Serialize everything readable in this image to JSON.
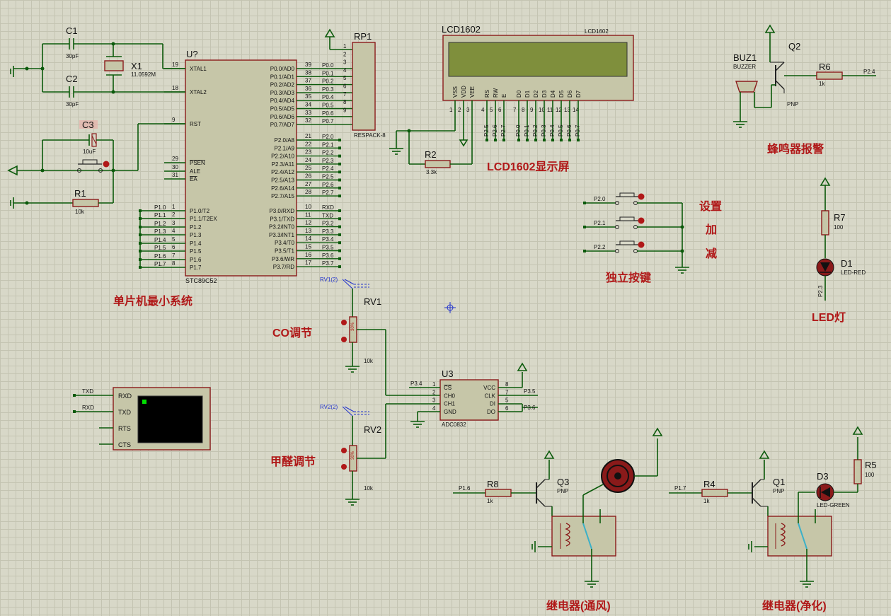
{
  "mcu": {
    "ref": "U?",
    "part": "STC89C52",
    "left_pins": [
      {
        "num": "19",
        "name": "XTAL1"
      },
      {
        "num": "18",
        "name": "XTAL2"
      },
      {
        "num": "9",
        "name": "RST"
      },
      {
        "num": "29",
        "name": "PSEN"
      },
      {
        "num": "30",
        "name": "ALE"
      },
      {
        "num": "31",
        "name": "EA"
      },
      {
        "num": "1",
        "name": "P1.0/T2"
      },
      {
        "num": "2",
        "name": "P1.1/T2EX"
      },
      {
        "num": "3",
        "name": "P1.2"
      },
      {
        "num": "4",
        "name": "P1.3"
      },
      {
        "num": "5",
        "name": "P1.4"
      },
      {
        "num": "6",
        "name": "P1.5"
      },
      {
        "num": "7",
        "name": "P1.6"
      },
      {
        "num": "8",
        "name": "P1.7"
      }
    ],
    "p1_labels": [
      "P1.0",
      "P1.1",
      "P1.2",
      "P1.3",
      "P1.4",
      "P1.5",
      "P1.6",
      "P1.7"
    ],
    "right_p0": [
      {
        "num": "39",
        "name": "P0.0/AD0",
        "net": "P0.0"
      },
      {
        "num": "38",
        "name": "P0.1/AD1",
        "net": "P0.1"
      },
      {
        "num": "37",
        "name": "P0.2/AD2",
        "net": "P0.2"
      },
      {
        "num": "36",
        "name": "P0.3/AD3",
        "net": "P0.3"
      },
      {
        "num": "35",
        "name": "P0.4/AD4",
        "net": "P0.4"
      },
      {
        "num": "34",
        "name": "P0.5/AD5",
        "net": "P0.5"
      },
      {
        "num": "33",
        "name": "P0.6/AD6",
        "net": "P0.6"
      },
      {
        "num": "32",
        "name": "P0.7/AD7",
        "net": "P0.7"
      }
    ],
    "right_p2": [
      {
        "num": "21",
        "name": "P2.0/A8",
        "net": "P2.0"
      },
      {
        "num": "22",
        "name": "P2.1/A9",
        "net": "P2.1"
      },
      {
        "num": "23",
        "name": "P2.2/A10",
        "net": "P2.2"
      },
      {
        "num": "24",
        "name": "P2.3/A11",
        "net": "P2.3"
      },
      {
        "num": "25",
        "name": "P2.4/A12",
        "net": "P2.4"
      },
      {
        "num": "26",
        "name": "P2.5/A13",
        "net": "P2.5"
      },
      {
        "num": "27",
        "name": "P2.6/A14",
        "net": "P2.6"
      },
      {
        "num": "28",
        "name": "P2.7/A15",
        "net": "P2.7"
      }
    ],
    "right_p3": [
      {
        "num": "10",
        "name": "P3.0/RXD",
        "net": "RXD"
      },
      {
        "num": "11",
        "name": "P3.1/TXD",
        "net": "TXD"
      },
      {
        "num": "12",
        "name": "P3.2/INT0",
        "net": "P3.2"
      },
      {
        "num": "13",
        "name": "P3.3/INT1",
        "net": "P3.3"
      },
      {
        "num": "14",
        "name": "P3.4/T0",
        "net": "P3.4"
      },
      {
        "num": "15",
        "name": "P3.5/T1",
        "net": "P3.5"
      },
      {
        "num": "16",
        "name": "P3.6/WR",
        "net": "P3.6"
      },
      {
        "num": "17",
        "name": "P3.7/RD",
        "net": "P3.7"
      }
    ]
  },
  "components": {
    "c1": {
      "ref": "C1",
      "value": "30pF"
    },
    "c2": {
      "ref": "C2",
      "value": "30pF"
    },
    "x1": {
      "ref": "X1",
      "value": "11.0592M"
    },
    "c3": {
      "ref": "C3",
      "value": "10uF"
    },
    "r1": {
      "ref": "R1",
      "value": "10k"
    },
    "rp1": {
      "ref": "RP1",
      "value": "RESPACK-8",
      "pins": [
        "1",
        "2",
        "3",
        "4",
        "5",
        "6",
        "7",
        "8",
        "9"
      ]
    },
    "lcd": {
      "ref": "LCD1602",
      "part": "LCD1602",
      "pins": [
        "VSS",
        "VDD",
        "VEE",
        "RS",
        "RW",
        "E",
        "D0",
        "D1",
        "D2",
        "D3",
        "D4",
        "D5",
        "D6",
        "D7"
      ],
      "nums": [
        "1",
        "2",
        "3",
        "4",
        "5",
        "6",
        "7",
        "8",
        "9",
        "10",
        "11",
        "12",
        "13",
        "14"
      ],
      "nets": [
        "P2.5",
        "P2.6",
        "P2.7",
        "P0.0",
        "P0.1",
        "P0.2",
        "P0.3",
        "P0.4",
        "P0.5",
        "P0.6",
        "P0.7"
      ]
    },
    "r2": {
      "ref": "R2",
      "value": "3.3k"
    },
    "buz": {
      "ref": "BUZ1",
      "value": "BUZZER"
    },
    "q2": {
      "ref": "Q2",
      "value": "PNP"
    },
    "r6": {
      "ref": "R6",
      "value": "1k",
      "net": "P2.4"
    },
    "r7": {
      "ref": "R7",
      "value": "100"
    },
    "d1": {
      "ref": "D1",
      "value": "LED-RED",
      "net": "P2.3"
    },
    "keys": [
      "P2.0",
      "P2.1",
      "P2.2"
    ],
    "rv1": {
      "ref": "RV1",
      "value": "10k",
      "probe": "RV1(2)",
      "pct": "30%"
    },
    "rv2": {
      "ref": "RV2",
      "value": "10k",
      "probe": "RV2(2)",
      "pct": "30%"
    },
    "u3": {
      "ref": "U3",
      "part": "ADC0832",
      "left": [
        {
          "num": "1",
          "name": "CS"
        },
        {
          "num": "2",
          "name": "CH0"
        },
        {
          "num": "3",
          "name": "CH1"
        },
        {
          "num": "4",
          "name": "GND"
        }
      ],
      "right": [
        {
          "num": "8",
          "name": "VCC"
        },
        {
          "num": "7",
          "name": "CLK"
        },
        {
          "num": "5",
          "name": "DI"
        },
        {
          "num": "6",
          "name": "DO"
        }
      ],
      "nets": {
        "cs": "P3.4",
        "clk": "P3.5",
        "dio": "P3.6"
      }
    },
    "term": {
      "pins": [
        "RXD",
        "TXD",
        "RTS",
        "CTS"
      ],
      "nets": [
        "TXD",
        "RXD"
      ]
    },
    "q3": {
      "ref": "Q3",
      "value": "PNP"
    },
    "r8": {
      "ref": "R8",
      "value": "1k",
      "net": "P1.6"
    },
    "q1": {
      "ref": "Q1",
      "value": "PNP"
    },
    "r4": {
      "ref": "R4",
      "value": "1k",
      "net": "P1.7"
    },
    "d3": {
      "ref": "D3",
      "value": "LED-GREEN"
    },
    "r5": {
      "ref": "R5",
      "value": "100"
    }
  },
  "labels": {
    "mcu_min": "单片机最小系统",
    "lcd_title": "LCD1602显示屏",
    "buzzer": "蜂鸣器报警",
    "set": "设置",
    "add": "加",
    "sub": "减",
    "keys": "独立按键",
    "led": "LED灯",
    "co": "CO调节",
    "hcho": "甲醛调节",
    "relay_vent": "继电器(通风)",
    "relay_purify": "继电器(净化)"
  },
  "colors": {
    "wire": "#0b5a0b",
    "body": "#c6c6a8",
    "outline": "#8a1a1a",
    "title": "#b01818",
    "lcd_screen": "#7f8f3c",
    "background": "#d8d8c8"
  }
}
